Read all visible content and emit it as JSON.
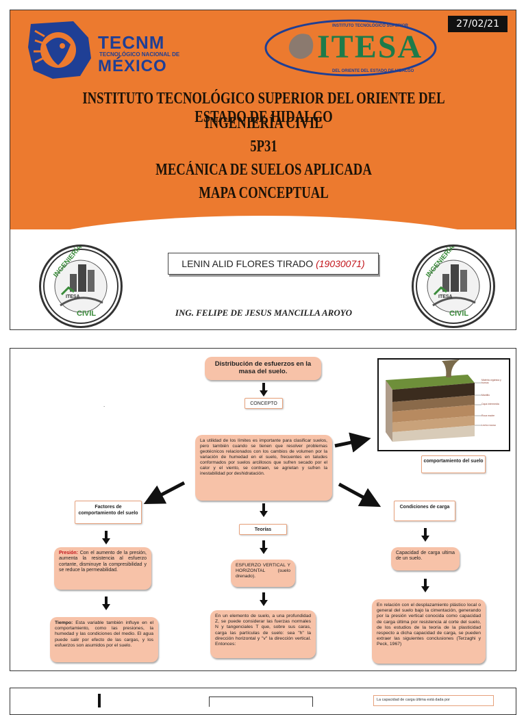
{
  "cover": {
    "date": "27/02/21",
    "tecnm_logo": {
      "name": "TECNM",
      "subtitle": "TECNOLÓGICO NACIONAL DE",
      "country": "MÉXICO"
    },
    "itesa_logo": {
      "top_text": "INSTITUTO TECNOLÓGICO SUPERIOR",
      "name": "ITESA",
      "bottom_text": "DEL ORIENTE DEL ESTADO DE HIDALGO"
    },
    "title_lines": [
      "INSTITUTO TECNOLÓGICO SUPERIOR DEL ORIENTE DEL ESTADO DE HIDALGO",
      "INGENIERÍA CIVIL",
      "5P31",
      "MECÁNICA DE SUELOS APLICADA",
      "MAPA CONCEPTUAL"
    ],
    "seal": {
      "top": "INGENIERÍA",
      "bottom": "CIVIL",
      "center": "ITESA"
    },
    "author_name": "LENIN ALID FLORES TIRADO",
    "author_id": "(19030071)",
    "teacher": "ING. FELIPE DE JESUS MANCILLA AROYO"
  },
  "map": {
    "title": "Distribución de esfuerzos en la masa del suelo.",
    "concept_label": "CONCEPTO",
    "concept_text": "La utilidad de los límites es importante para clasificar suelos, pero también cuando se tienen que resolver problemas geotécnicos relacionados con los cambios de volumen por la variación de humedad en el suelo, frecuentes en taludes conformados por suelos arcillosos que sufren secado por el calor y el viento, se contraen, se agrietan y sufren la inestabilidad por deshidratación.",
    "soil_image_labels": [
      "Materia orgánica y humus",
      "Mantillo",
      "Capa intermedia",
      "Roca madre",
      "Lecho rocoso"
    ],
    "soil_caption": "comportamiento del suelo",
    "factors_label": "Factores de comportamiento del suelo",
    "pressure_title": "Presión:",
    "pressure_text": "Con el aumento de la presión, aumenta la resistencia al esfuerzo cortante, disminuye la compresibilidad y se reduce la permeabilidad.",
    "time_title": "Tiempo:",
    "time_text": "Esta variable también influye en el comportamiento, como las presiones, la humedad y las condiciones del medio. El agua puede salir por efecto de las cargas, y los esfuerzos son asumidos por el suelo.",
    "theories_label": "Teorías",
    "stress_text": "ESFUERZO VERTICAL Y HORIZONTAL (suelo drenado).",
    "element_text": "En un elemento de suelo, a una profundidad Z, se puede considerar las fuerzas normales N y tangenciales T que, sobre sus caras, carga las partículas de suelo: sea \"h\" la dirección horizontal y \"v\" la dirección vertical. Entonces:",
    "load_label": "Condiciones de carga",
    "capacity_text": "Capacidad de carga ultima de un suelo.",
    "plastic_text": "En relación con el desplazamiento plástico local o general del suelo bajo la cimentación, generando por la presión vertical conocida como capacidad de carga última por resistencia al corte del suelo, de los estudios de la teoría de la plasticidad respecto a dicha capacidad de carga, se pueden extraer las siguientes conclusiones (Terzaghi y Peck, 1967)",
    "dot": "."
  },
  "page3": {
    "snippet": "La capacidad de carga última está dada por"
  },
  "colors": {
    "orange": "#ec7a2f",
    "node": "#f7c2a8",
    "logo_blue": "#1f3f95",
    "itesa_green": "#1d7b4a"
  }
}
